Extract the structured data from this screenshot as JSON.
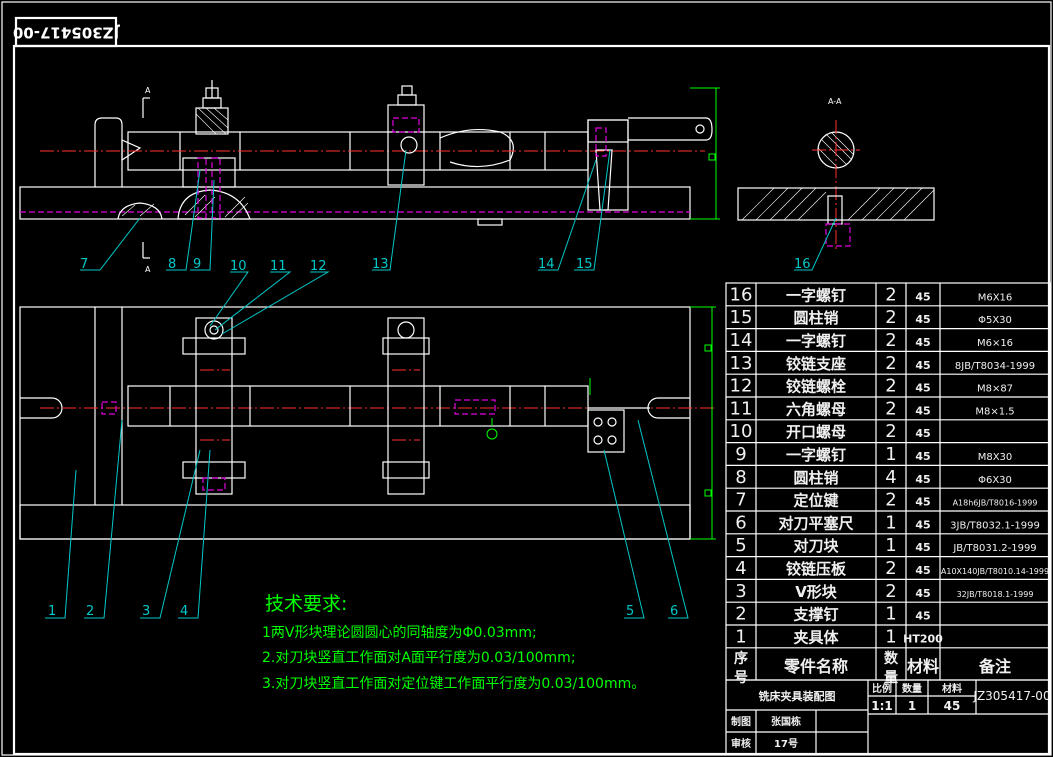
{
  "drawing_no_flipped": "JZ305417-00",
  "section_label": "A-A",
  "section_marks": [
    "A",
    "A"
  ],
  "callouts": {
    "top": [
      "7",
      "8",
      "9",
      "13",
      "14",
      "15",
      "16"
    ],
    "middle": [
      "10",
      "11",
      "12"
    ],
    "bottom": [
      "1",
      "2",
      "3",
      "4",
      "5",
      "6"
    ]
  },
  "tech_requirements": {
    "title": "技术要求:",
    "items": [
      "1两V形块理论圆圆心的同轴度为Φ0.03mm;",
      "2.对刀块竖直工作面对A面平行度为0.03/100mm;",
      "3.对刀块竖直工作面对定位键工作面平行度为0.03/100mm。"
    ]
  },
  "bom": {
    "rows": [
      {
        "no": "16",
        "name": "一字螺钉",
        "qty": "2",
        "mat": "45",
        "note": "M6X16"
      },
      {
        "no": "15",
        "name": "圆柱销",
        "qty": "2",
        "mat": "45",
        "note": "Φ5X30"
      },
      {
        "no": "14",
        "name": "一字螺钉",
        "qty": "2",
        "mat": "45",
        "note": "M6×16"
      },
      {
        "no": "13",
        "name": "铰链支座",
        "qty": "2",
        "mat": "45",
        "note": "8JB/T8034-1999"
      },
      {
        "no": "12",
        "name": "铰链螺栓",
        "qty": "2",
        "mat": "45",
        "note": "M8×87"
      },
      {
        "no": "11",
        "name": "六角螺母",
        "qty": "2",
        "mat": "45",
        "note": "M8×1.5"
      },
      {
        "no": "10",
        "name": "开口螺母",
        "qty": "2",
        "mat": "45",
        "note": ""
      },
      {
        "no": "9",
        "name": "一字螺钉",
        "qty": "1",
        "mat": "45",
        "note": "M8X30"
      },
      {
        "no": "8",
        "name": "圆柱销",
        "qty": "4",
        "mat": "45",
        "note": "Φ6X30"
      },
      {
        "no": "7",
        "name": "定位键",
        "qty": "2",
        "mat": "45",
        "note": "A18h6JB/T8016-1999"
      },
      {
        "no": "6",
        "name": "对刀平塞尺",
        "qty": "1",
        "mat": "45",
        "note": "3JB/T8032.1-1999"
      },
      {
        "no": "5",
        "name": "对刀块",
        "qty": "1",
        "mat": "45",
        "note": "JB/T8031.2-1999"
      },
      {
        "no": "4",
        "name": "铰链压板",
        "qty": "2",
        "mat": "45",
        "note": "A10X140JB/T8010.14-1999"
      },
      {
        "no": "3",
        "name": "V形块",
        "qty": "2",
        "mat": "45",
        "note": "32JB/T8018.1-1999"
      },
      {
        "no": "2",
        "name": "支撑钉",
        "qty": "1",
        "mat": "45",
        "note": ""
      },
      {
        "no": "1",
        "name": "夹具体",
        "qty": "1",
        "mat": "HT200",
        "note": ""
      }
    ],
    "header": {
      "no": "序号",
      "name": "零件名称",
      "qty": "数量",
      "mat": "材料",
      "note": "备注"
    }
  },
  "title_block": {
    "drawing_name": "铣床夹具装配图",
    "scale_label": "比例",
    "scale": "1:1",
    "qty_label": "数量",
    "qty": "1",
    "mat_label": "材料",
    "mat": "45",
    "code": "JZ305417-00",
    "drawn_label": "制图",
    "drawn_by": "张国栋",
    "checked_label": "审核",
    "checked_by": "17号"
  },
  "colors": {
    "background": "#000000",
    "outline": "#ffffff",
    "centerline": "#ff3030",
    "hidden": "#e000e0",
    "leader": "#00c8c8",
    "dimension": "#00ff00"
  }
}
